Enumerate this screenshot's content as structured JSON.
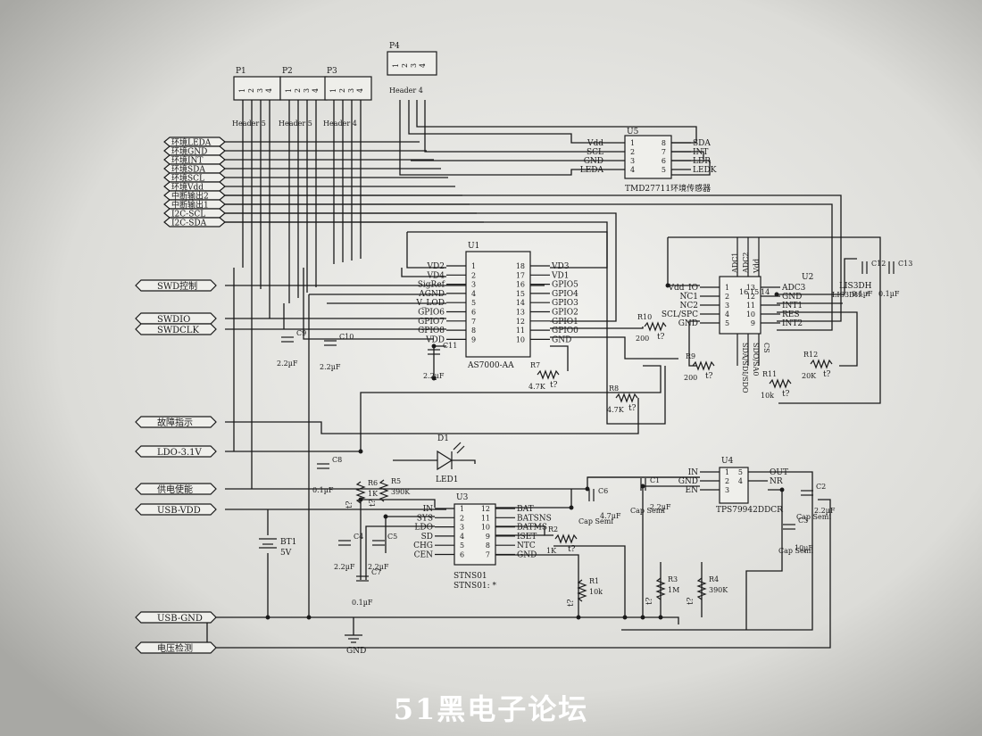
{
  "watermark": "51黑电子论坛",
  "headers": [
    {
      "ref": "P1",
      "pins": [
        "1",
        "2",
        "3",
        "4"
      ],
      "label": "Header 5"
    },
    {
      "ref": "P2",
      "pins": [
        "1",
        "2",
        "3",
        "4"
      ],
      "label": "Header 5"
    },
    {
      "ref": "P3",
      "pins": [
        "1",
        "2",
        "3",
        "4"
      ],
      "label": "Header 4"
    },
    {
      "ref": "P4",
      "pins": [
        "1",
        "2",
        "3",
        "4"
      ],
      "label": "Header 4"
    }
  ],
  "left_ports_top": [
    "环境LEDA",
    "环境GND",
    "环境INT",
    "环境SDA",
    "环境SCL",
    "环境Vdd",
    "中断输出2",
    "中断输出1",
    "I2C-SCL",
    "I2C-SDA"
  ],
  "left_ports_bottom": [
    "SWD控制",
    "SWDIO",
    "SWDCLK",
    "故障指示",
    "LDO-3.1V",
    "供电使能",
    "USB-VDD",
    "USB-GND",
    "电压检测"
  ],
  "u5": {
    "ref": "U5",
    "name": "TMD27711环境传感器",
    "left_pins": [
      "Vdd",
      "SCL",
      "GND",
      "LEDA"
    ],
    "left_nums": [
      "1",
      "2",
      "3",
      "4"
    ],
    "right_pins": [
      "SDA",
      "INT",
      "LDR",
      "LEDK"
    ],
    "right_nums": [
      "8",
      "7",
      "6",
      "5"
    ]
  },
  "u1": {
    "ref": "U1",
    "name": "AS7000-AA",
    "left_pins": [
      "VD2",
      "VD4",
      "SigRef",
      "AGND",
      "V_LOD",
      "GPIO6",
      "GPIO7",
      "GPIO8",
      "VDD"
    ],
    "left_nums": [
      "1",
      "2",
      "3",
      "4",
      "5",
      "6",
      "7",
      "8",
      "9"
    ],
    "right_pins": [
      "VD3",
      "VD1",
      "GPIO5",
      "GPIO4",
      "GPIO3",
      "GPIO2",
      "GPIO1",
      "GPIO0",
      "GND"
    ],
    "right_nums": [
      "18",
      "17",
      "16",
      "15",
      "14",
      "13",
      "12",
      "11",
      "10"
    ]
  },
  "u2": {
    "ref": "U2",
    "name": "LIS3DH",
    "left_pins": [
      "Vdd_IO",
      "NC1",
      "NC2",
      "SCL/SPC",
      "GND"
    ],
    "left_nums": [
      "1",
      "2",
      "3",
      "4",
      "5"
    ],
    "right_pins": [
      "ADC3",
      "GND",
      "INT1",
      "RES",
      "INT2"
    ],
    "right_nums": [
      "13",
      "12",
      "11",
      "10",
      "9"
    ],
    "inner_nums": [
      "16",
      "15",
      "14"
    ],
    "top_pins": [
      "ADC1",
      "ADC2",
      "Vdd"
    ],
    "bottom_pins": [
      "SDA/SDI/SDO",
      "SDO/SA0",
      "CS"
    ],
    "extra_label": "LIS3DH: *"
  },
  "u3": {
    "ref": "U3",
    "name": "STNS01",
    "sub": "STNS01: *",
    "left_pins": [
      "IN",
      "SYS",
      "LDO",
      "SD",
      "CHG",
      "CEN"
    ],
    "left_nums": [
      "1",
      "2",
      "3",
      "4",
      "5",
      "6"
    ],
    "right_pins": [
      "BAT",
      "BATSNS",
      "BATMS",
      "ISET",
      "NTC",
      "GND"
    ],
    "right_nums": [
      "12",
      "11",
      "10",
      "9",
      "8",
      "7"
    ]
  },
  "u4": {
    "ref": "U4",
    "name": "TPS79942DDCR",
    "left_pins": [
      "IN",
      "GND",
      "EN"
    ],
    "left_nums": [
      "1",
      "2",
      "3"
    ],
    "right_pins": [
      "OUT",
      "NR"
    ],
    "right_nums": [
      "5",
      "4"
    ]
  },
  "caps": [
    {
      "ref": "C9",
      "val": "2.2µF"
    },
    {
      "ref": "C10",
      "val": "2.2µF"
    },
    {
      "ref": "C11",
      "val": "2.2µF"
    },
    {
      "ref": "C8",
      "val": "0.1µF"
    },
    {
      "ref": "C4",
      "val": "2.2µF"
    },
    {
      "ref": "C5",
      "val": "2.2µF"
    },
    {
      "ref": "C7",
      "val": "0.1µF"
    },
    {
      "ref": "C6",
      "val": "Cap Semi"
    },
    {
      "ref": "C1",
      "val": "Cap Semi"
    },
    {
      "ref": "C2",
      "val": "Cap Semi"
    },
    {
      "ref": "C3",
      "val": "Cap Semi"
    },
    {
      "ref": "C12",
      "val": "0.1µF"
    },
    {
      "ref": "C13",
      "val": "0.1µF"
    }
  ],
  "cap_extra": {
    "C6": "4.7µF",
    "C1": "2.2µF",
    "C2": "2.2µF",
    "C3": "10µF"
  },
  "resistors": [
    {
      "ref": "R10",
      "val": "200"
    },
    {
      "ref": "R9",
      "val": "200"
    },
    {
      "ref": "R7",
      "val": "4.7K"
    },
    {
      "ref": "R8",
      "val": "4.7K"
    },
    {
      "ref": "R11",
      "val": "10k"
    },
    {
      "ref": "R12",
      "val": "20K"
    },
    {
      "ref": "R6",
      "val": "1K"
    },
    {
      "ref": "R5",
      "val": "390K"
    },
    {
      "ref": "R1",
      "val": "10k"
    },
    {
      "ref": "R2",
      "val": "1K"
    },
    {
      "ref": "R3",
      "val": "1M"
    },
    {
      "ref": "R4",
      "val": "390K"
    }
  ],
  "misc": {
    "d1": "D1",
    "led": "LED1",
    "bt": "BT1",
    "bt_val": "5V",
    "gnd": "GND",
    "tq": "t?"
  }
}
